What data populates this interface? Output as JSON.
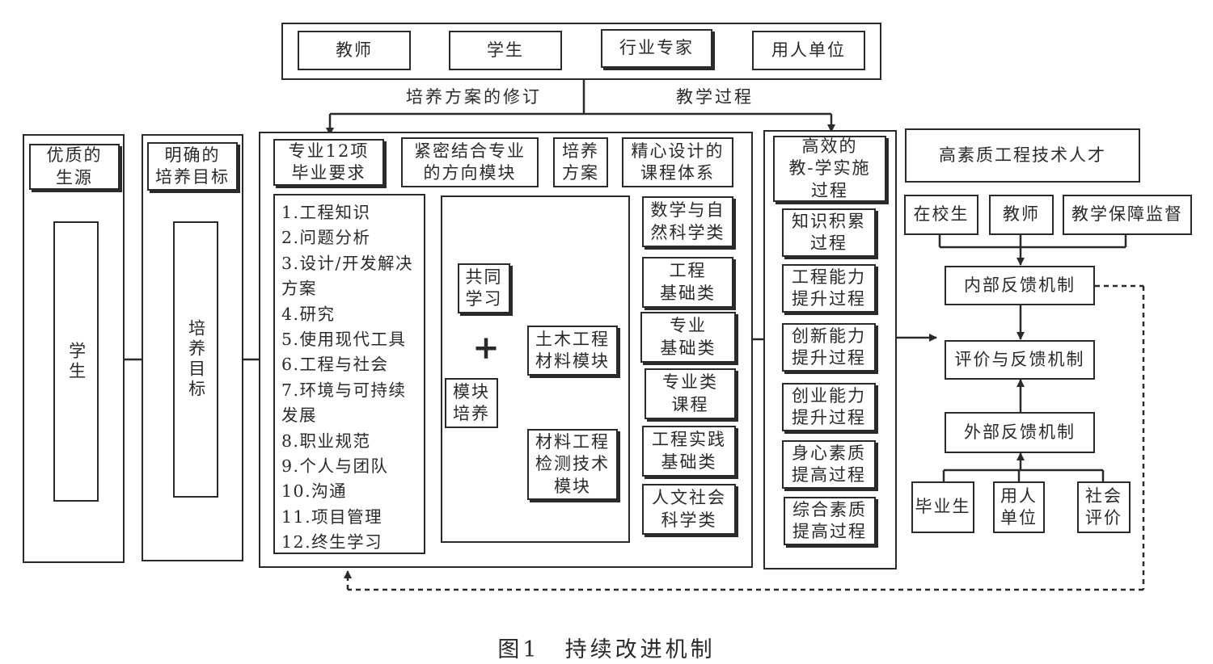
{
  "stakeholders": [
    "教师",
    "学生",
    "行业专家",
    "用人单位"
  ],
  "labels": {
    "plan_revision": "培养方案的修订",
    "teaching_process": "教学过程"
  },
  "source": {
    "title": "优质的\n生源",
    "inner": "学生"
  },
  "objective": {
    "title": "明确的\n培养目标",
    "inner": "培养目标"
  },
  "requirements": {
    "title": "专业12项\n毕业要求",
    "items": [
      "1.工程知识",
      "2.问题分析",
      "3.设计/开发解决",
      "方案",
      "4.研究",
      "5.使用现代工具",
      "6.工程与社会",
      "7.环境与可持续",
      "发展",
      "8.职业规范",
      "9.个人与团队",
      "10.沟通",
      "11.项目管理",
      "12.终生学习"
    ]
  },
  "modules": {
    "title": "紧密结合专业\n的方向模块",
    "common": "共同\n学习",
    "plus": "+",
    "module_training": "模块\n培养",
    "civil": "土木工程\n材料模块",
    "testing": "材料工程\n检测技术\n模块"
  },
  "plan": "培养\n方案",
  "curriculum": {
    "title": "精心设计的\n课程体系",
    "courses": [
      "数学与自\n然科学类",
      "工程\n基础类",
      "专业\n基础类",
      "专业类\n课程",
      "工程实践\n基础类",
      "人文社会\n科学类"
    ]
  },
  "teaching": {
    "title": "高效的\n教-学实施\n过程",
    "processes": [
      "知识积累\n过程",
      "工程能力\n提升过程",
      "创新能力\n提升过程",
      "创业能力\n提升过程",
      "身心素质\n提高过程",
      "综合素质\n提高过程"
    ]
  },
  "talent": "高素质工程技术人才",
  "internal": {
    "sources": [
      "在校生",
      "教师",
      "教学保障监督"
    ],
    "mechanism": "内部反馈机制"
  },
  "evaluation": "评价与反馈机制",
  "external": {
    "mechanism": "外部反馈机制",
    "sources": [
      "毕业生",
      "用人\n单位",
      "社会\n评价"
    ]
  },
  "caption": "图1　持续改进机制"
}
